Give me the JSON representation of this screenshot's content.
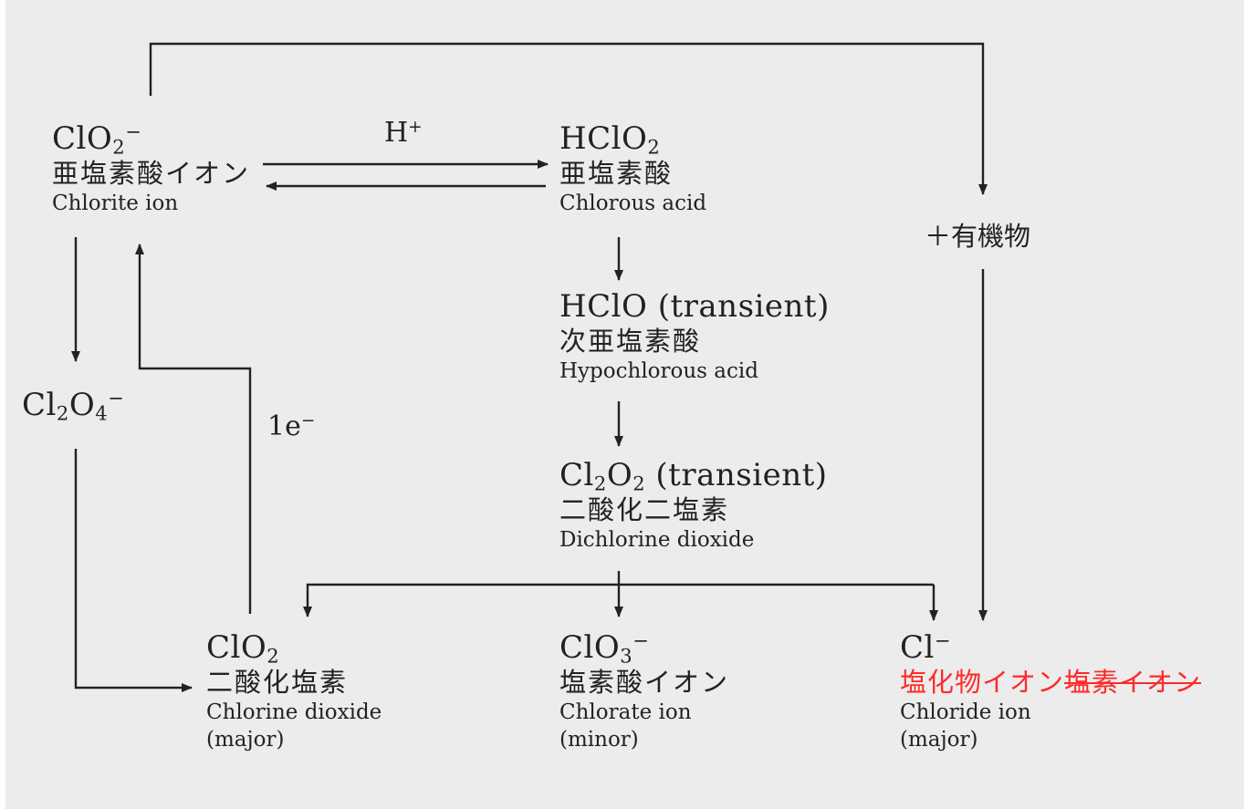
{
  "colors": {
    "background": "#ececec",
    "line": "#222222",
    "highlight": "#ff2a2a"
  },
  "nodes": {
    "chlorite": {
      "f_main": "ClO",
      "f_sub": "2",
      "f_sup": "−",
      "ja": "亜塩素酸イオン",
      "en": "Chlorite ion"
    },
    "chlorous": {
      "f_main": "HClO",
      "f_sub": "2",
      "ja": "亜塩素酸",
      "en": "Chlorous acid"
    },
    "hypochlorous": {
      "f_main": "HClO (transient)",
      "ja": "次亜塩素酸",
      "en": "Hypochlorous acid"
    },
    "dichlorine": {
      "f_a": "Cl",
      "f_a_sub": "2",
      "f_b": "O",
      "f_b_sub": "2",
      "f_tail": "(transient)",
      "ja": "二酸化二塩素",
      "en": "Dichlorine dioxide"
    },
    "cl2o4": {
      "f_a": "Cl",
      "f_a_sub": "2",
      "f_b": "O",
      "f_b_sub": "4",
      "f_sup": "−"
    },
    "chlorine_dioxide": {
      "f_main": "ClO",
      "f_sub": "2",
      "ja": "二酸化塩素",
      "en": "Chlorine dioxide",
      "note": "(major)"
    },
    "chlorate": {
      "f_main": "ClO",
      "f_sub": "3",
      "f_sup": "−",
      "ja": "塩素酸イオン",
      "en": "Chlorate ion",
      "note": "(minor)"
    },
    "chloride": {
      "f_main": "Cl",
      "f_sup": "−",
      "ja_new": "塩化物イオン",
      "ja_old": "塩素イオン",
      "en": "Chloride ion",
      "note": "(major)"
    }
  },
  "labels": {
    "proton": {
      "main": "H",
      "sup": "+"
    },
    "electron": {
      "main": "1e",
      "sup": "−"
    },
    "organic": "＋有機物"
  }
}
